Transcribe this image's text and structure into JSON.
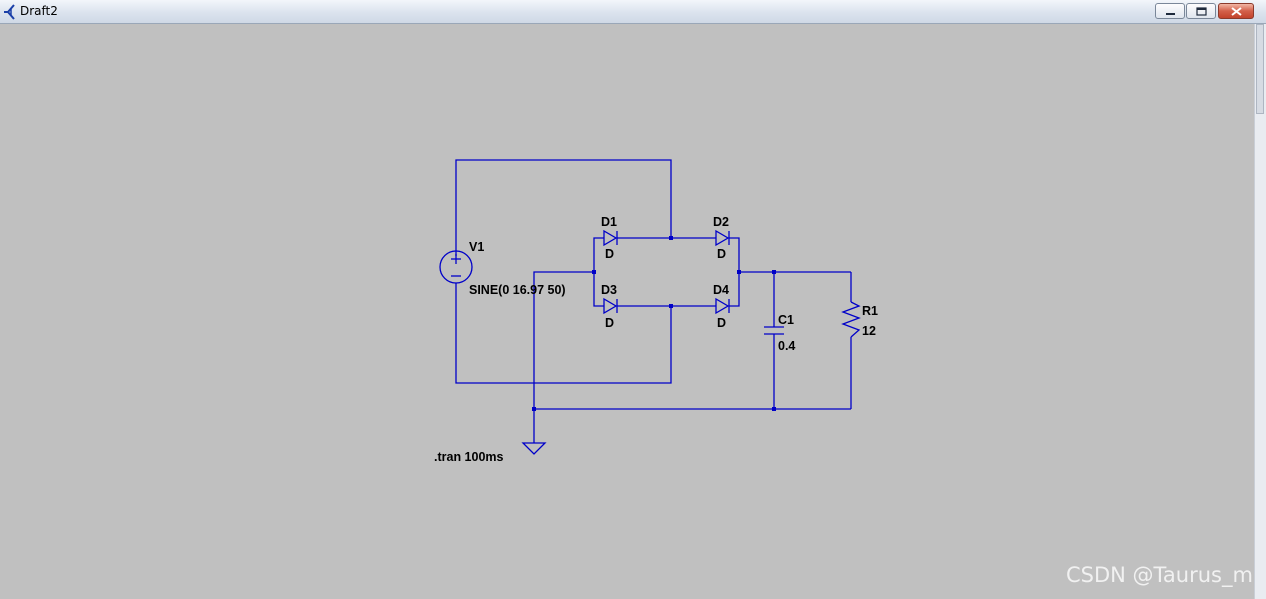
{
  "window": {
    "title": "Draft2",
    "controls": [
      "minimize",
      "maximize",
      "close"
    ],
    "icons": {
      "app": "ltspice-app-icon"
    }
  },
  "schematic": {
    "wire_color": "#0000c8",
    "background": "#c0c0c0",
    "source": {
      "ref": "V1",
      "value": "SINE(0 16.97 50)"
    },
    "diodes": [
      {
        "ref": "D1",
        "model": "D"
      },
      {
        "ref": "D2",
        "model": "D"
      },
      {
        "ref": "D3",
        "model": "D"
      },
      {
        "ref": "D4",
        "model": "D"
      }
    ],
    "capacitor": {
      "ref": "C1",
      "value": "0.4"
    },
    "resistor": {
      "ref": "R1",
      "value": "12"
    },
    "directive": ".tran 100ms"
  },
  "watermark": "CSDN @Taurus_m"
}
